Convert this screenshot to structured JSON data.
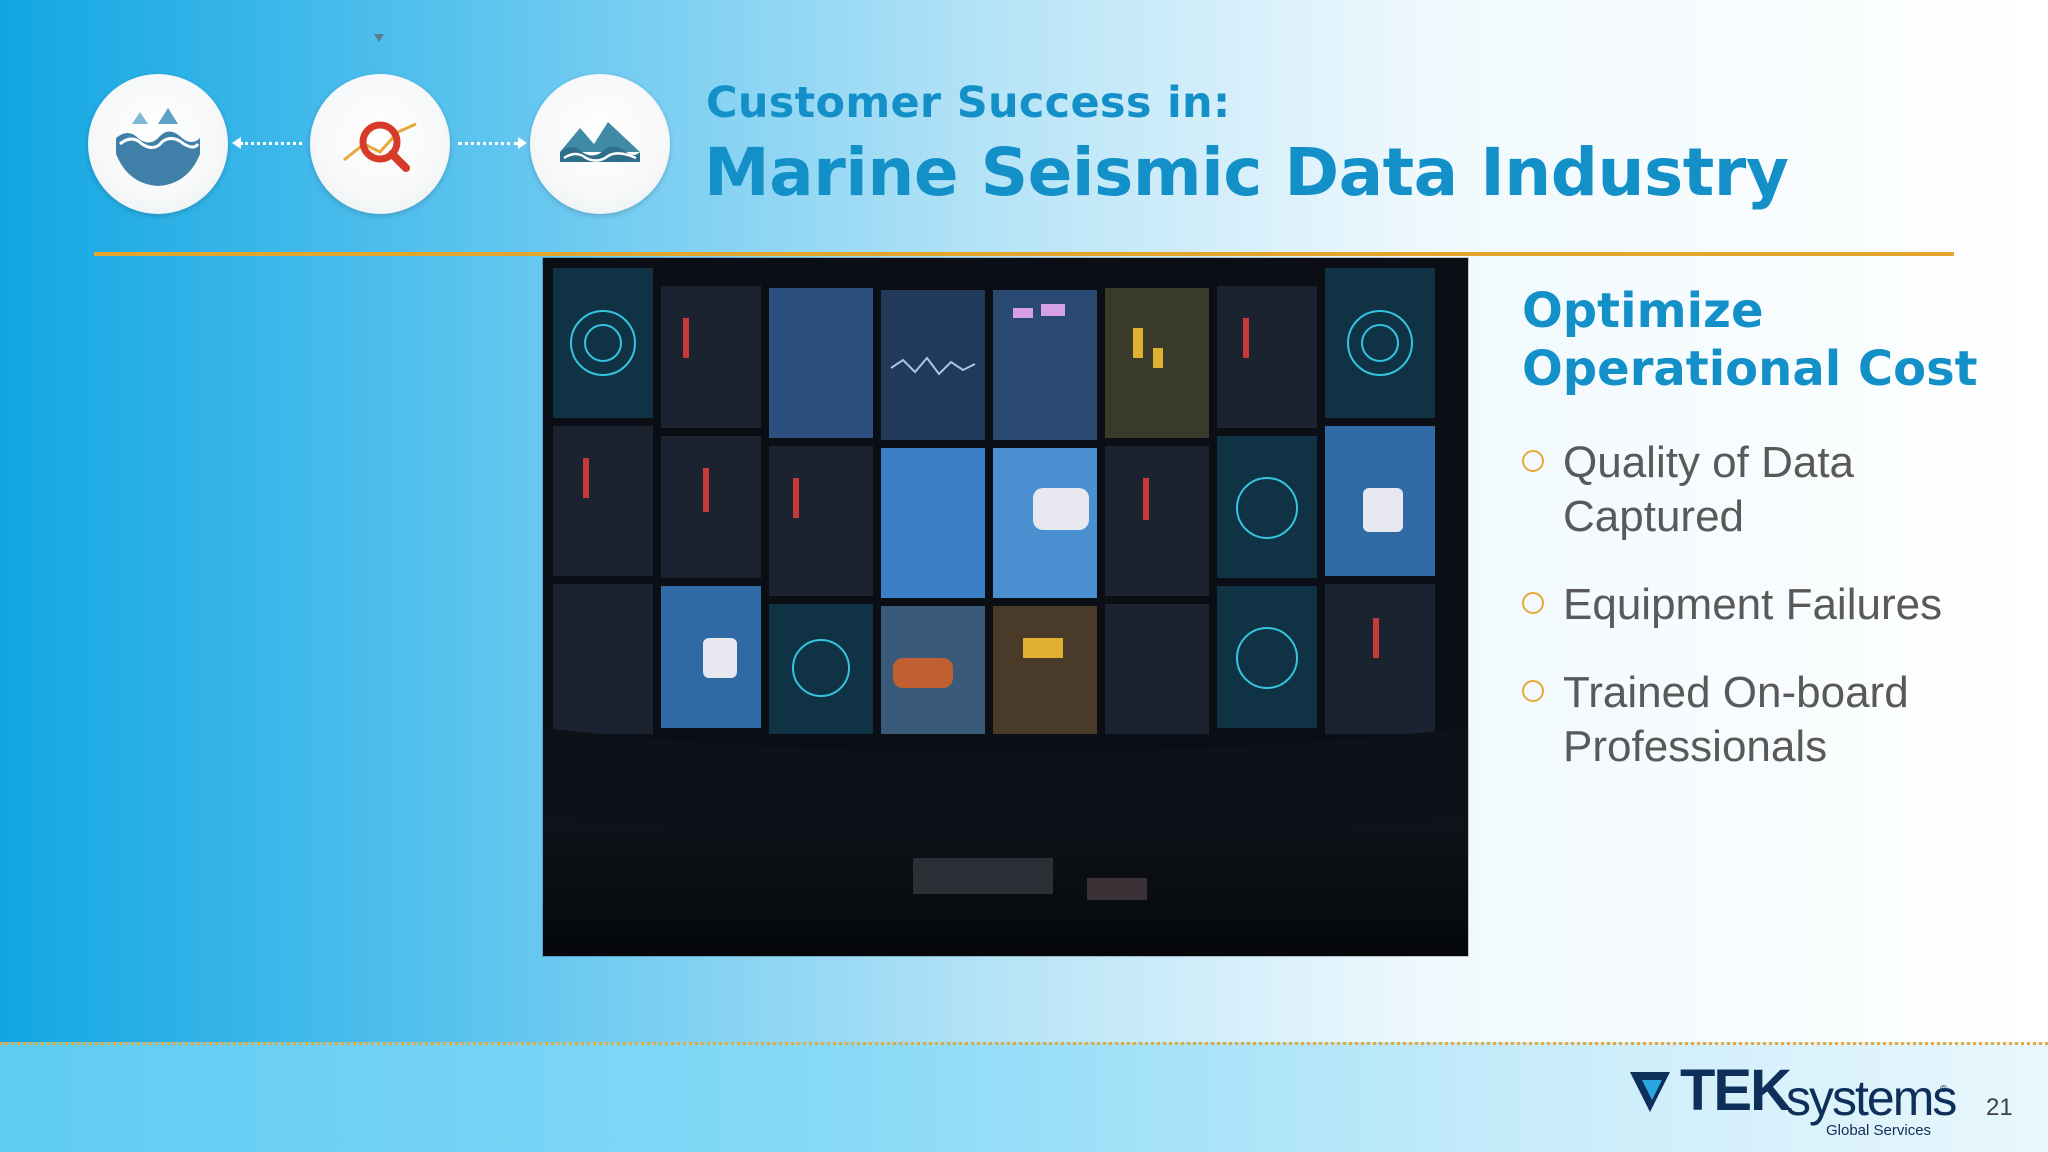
{
  "slide": {
    "subtitle": "Customer Success in:",
    "title": "Marine Seismic Data Industry",
    "page_number": "21"
  },
  "process_icons": [
    {
      "icon": "ocean-waves-icon"
    },
    {
      "icon": "magnifier-analytics-icon"
    },
    {
      "icon": "mountain-waves-icon"
    }
  ],
  "content": {
    "heading": "Optimize Operational Cost",
    "bullets": [
      "Quality of Data Captured",
      "Equipment Failures",
      "Trained On-board Professionals"
    ]
  },
  "footer": {
    "logo_bold": "TEK",
    "logo_light": "systems",
    "logo_sub": "Global Services"
  },
  "colors": {
    "title_blue": "#1490c9",
    "accent_gold": "#e4a52d",
    "body_gray": "#595959",
    "logo_navy": "#0d2f5a"
  }
}
